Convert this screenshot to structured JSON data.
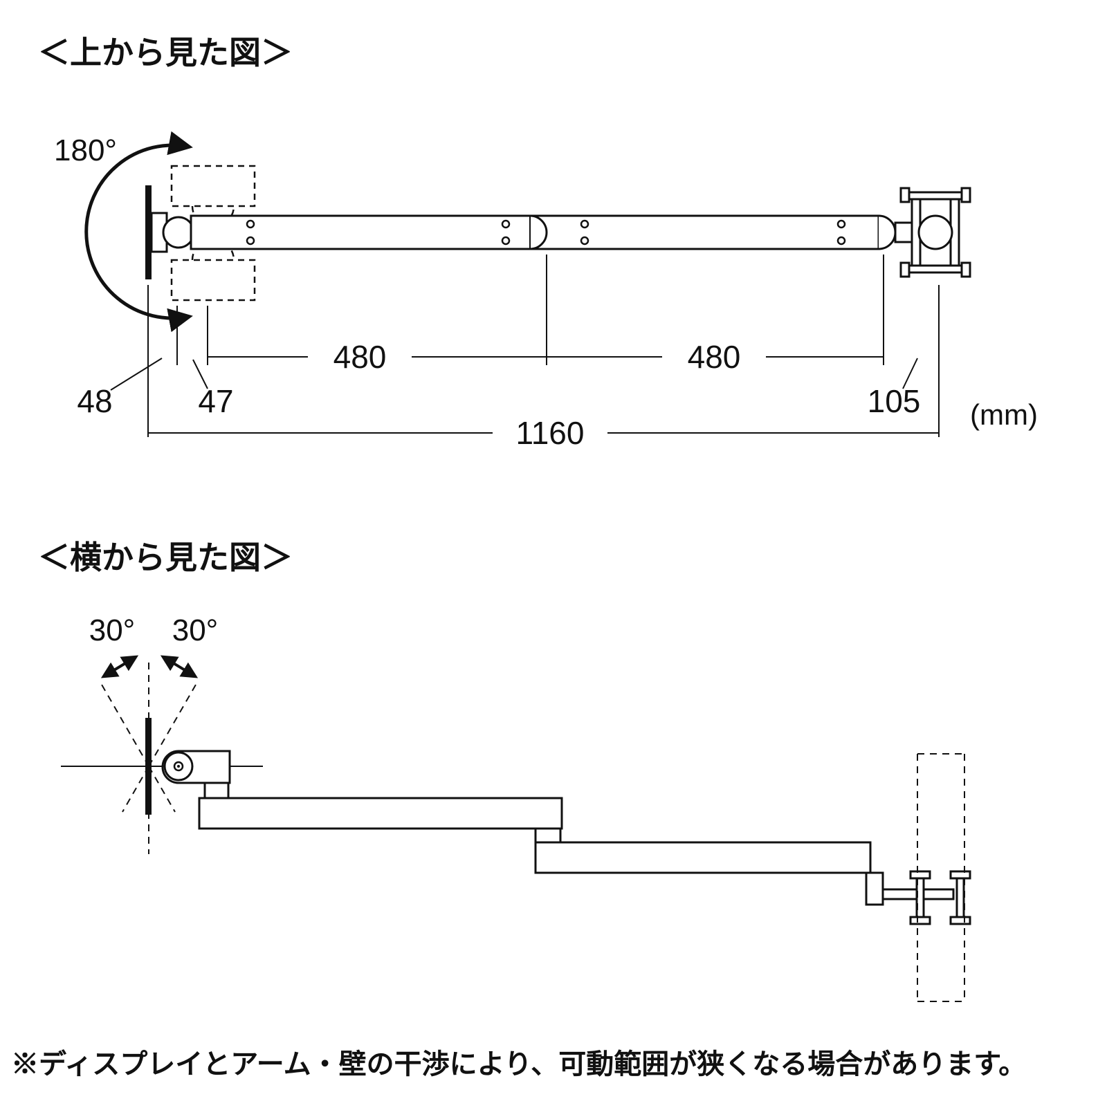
{
  "headings": {
    "top_view": "＜上から見た図＞",
    "side_view": "＜横から見た図＞"
  },
  "top_view": {
    "rotation_angle_label": "180°",
    "dim_segment_left": "480",
    "dim_segment_right": "480",
    "dim_plate_offset": "48",
    "dim_joint_offset": "47",
    "dim_clamp": "105",
    "dim_total": "1160",
    "unit_label": "(mm)"
  },
  "side_view": {
    "tilt_left_label": "30°",
    "tilt_right_label": "30°"
  },
  "footnote": "※ディスプレイとアーム・壁の干渉により、可動範囲が狭くなる場合があります。",
  "colors": {
    "ink": "#111111",
    "background": "#ffffff"
  }
}
